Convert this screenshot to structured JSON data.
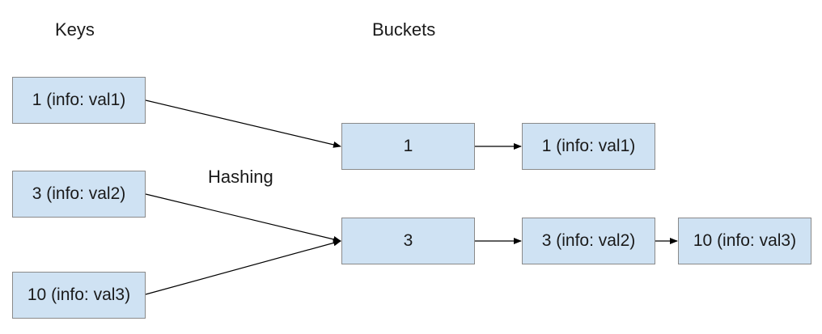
{
  "headers": {
    "keys": "Keys",
    "buckets": "Buckets",
    "hashing": "Hashing"
  },
  "keys": [
    {
      "text": "1 (info: val1)"
    },
    {
      "text": "3 (info: val2)"
    },
    {
      "text": "10 (info: val3)"
    }
  ],
  "buckets": [
    {
      "text": "1",
      "chain": [
        {
          "text": "1 (info: val1)"
        }
      ]
    },
    {
      "text": "3",
      "chain": [
        {
          "text": "3 (info: val2)"
        },
        {
          "text": "10 (info: val3)"
        }
      ]
    }
  ],
  "colors": {
    "box_fill": "#cfe2f3",
    "box_border": "#8a8a8a",
    "edge": "#000000"
  }
}
